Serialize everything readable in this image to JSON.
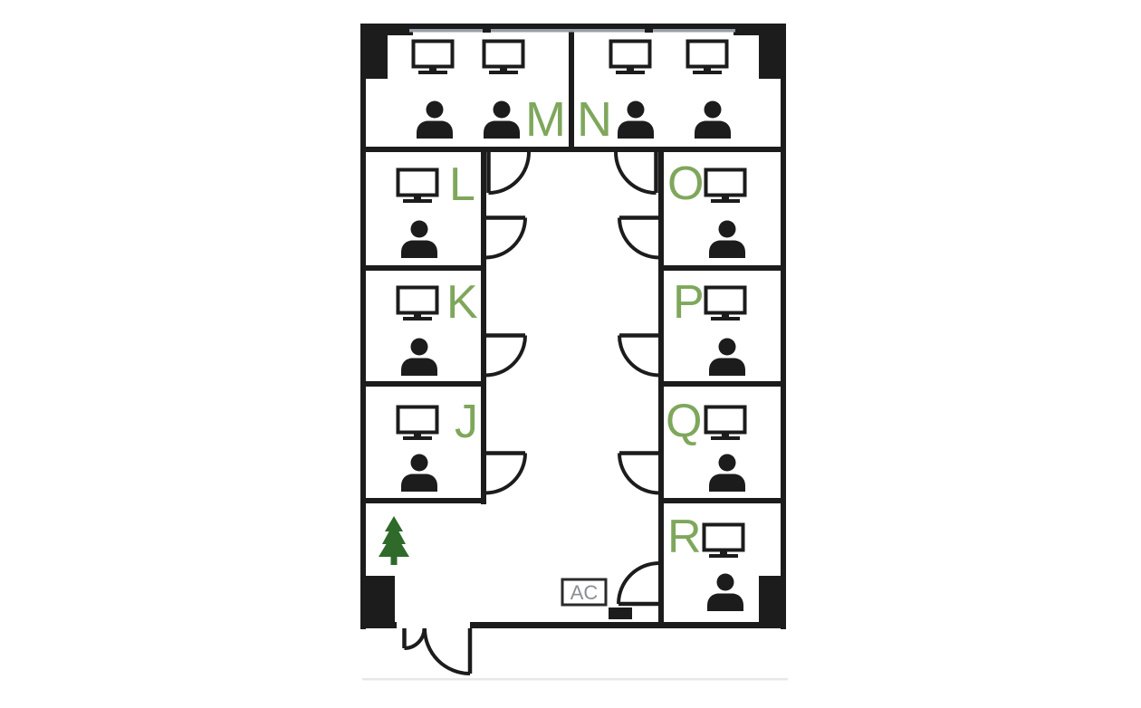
{
  "plan": {
    "type": "office-floor-plan",
    "wall_color": "#1c1c1c",
    "room_label_color": "#7fa75c",
    "tree_color": "#2f6a2b",
    "window_line_color": "#9aa0a6",
    "rooms": [
      {
        "id": "M",
        "label": "M",
        "workstations": 2,
        "position": "top-left"
      },
      {
        "id": "N",
        "label": "N",
        "workstations": 2,
        "position": "top-right"
      },
      {
        "id": "L",
        "label": "L",
        "workstations": 1,
        "position": "left-row-1"
      },
      {
        "id": "K",
        "label": "K",
        "workstations": 1,
        "position": "left-row-2"
      },
      {
        "id": "J",
        "label": "J",
        "workstations": 1,
        "position": "left-row-3"
      },
      {
        "id": "O",
        "label": "O",
        "workstations": 1,
        "position": "right-row-1"
      },
      {
        "id": "P",
        "label": "P",
        "workstations": 1,
        "position": "right-row-2"
      },
      {
        "id": "Q",
        "label": "Q",
        "workstations": 1,
        "position": "right-row-3"
      },
      {
        "id": "R",
        "label": "R",
        "workstations": 1,
        "position": "right-row-4"
      }
    ],
    "ac_unit": {
      "label": "AC",
      "text_color": "#8a8f94"
    },
    "icons": [
      "monitor-icon",
      "person-icon",
      "tree-icon",
      "door-arc",
      "ac-unit"
    ]
  }
}
